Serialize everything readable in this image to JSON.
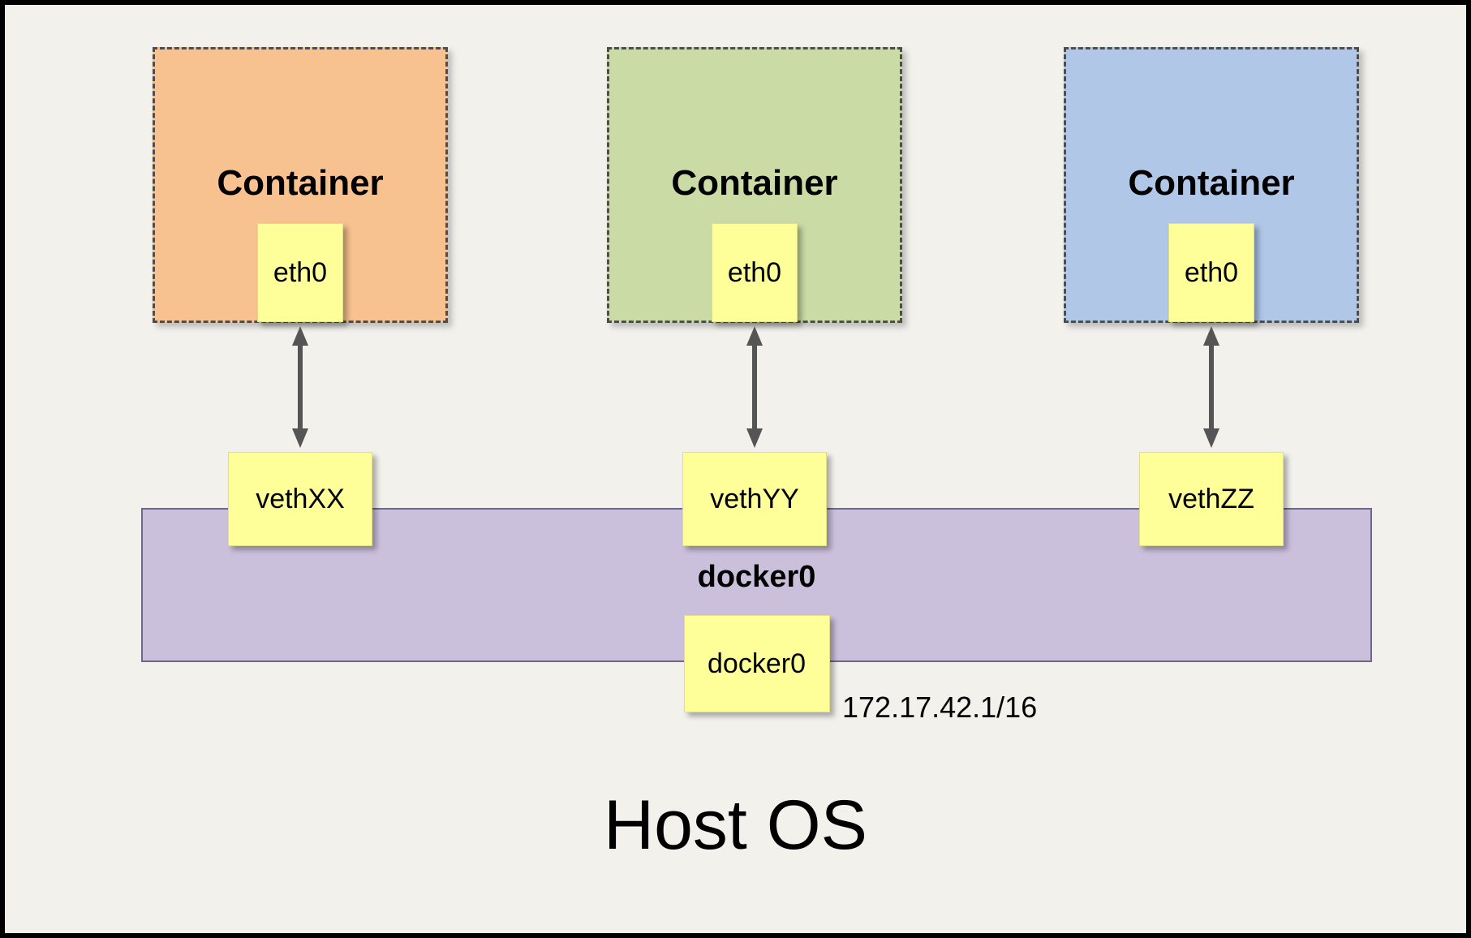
{
  "diagram": {
    "host": {
      "label": "Host OS"
    },
    "bridge": {
      "label": "docker0",
      "interface": {
        "label": "docker0"
      },
      "ip": "172.17.42.1/16",
      "color": "#cbc0dc"
    },
    "containers": [
      {
        "label": "Container",
        "interface": {
          "label": "eth0"
        },
        "veth": {
          "label": "vethXX"
        },
        "color": "#f8c190"
      },
      {
        "label": "Container",
        "interface": {
          "label": "eth0"
        },
        "veth": {
          "label": "vethYY"
        },
        "color": "#cadba5"
      },
      {
        "label": "Container",
        "interface": {
          "label": "eth0"
        },
        "veth": {
          "label": "vethZZ"
        },
        "color": "#b0c7e8"
      }
    ],
    "colors": {
      "background": "#f2f1ec",
      "note_yellow": "#ffff99",
      "arrow": "#555555",
      "border": "#000000"
    }
  }
}
